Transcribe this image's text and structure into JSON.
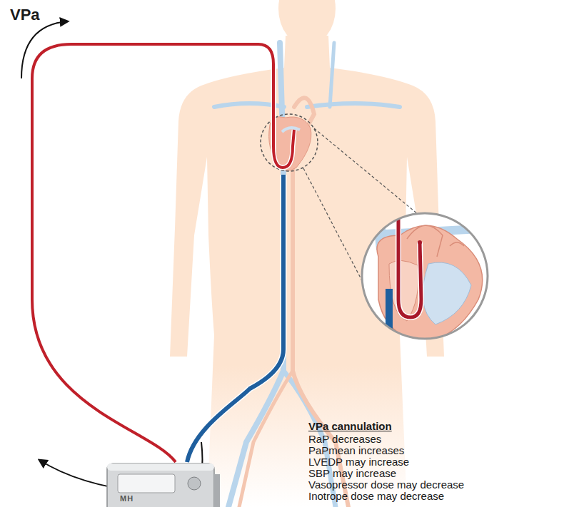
{
  "diagram": {
    "title": "VPa",
    "labels": [
      "VPa cannulation",
      "RaP decreases",
      "PaPmean increases",
      "LVEDP may increase",
      "SBP may increase",
      "Vasopressor dose may decrease",
      "Inotrope dose may decrease",
      "MH"
    ]
  }
}
